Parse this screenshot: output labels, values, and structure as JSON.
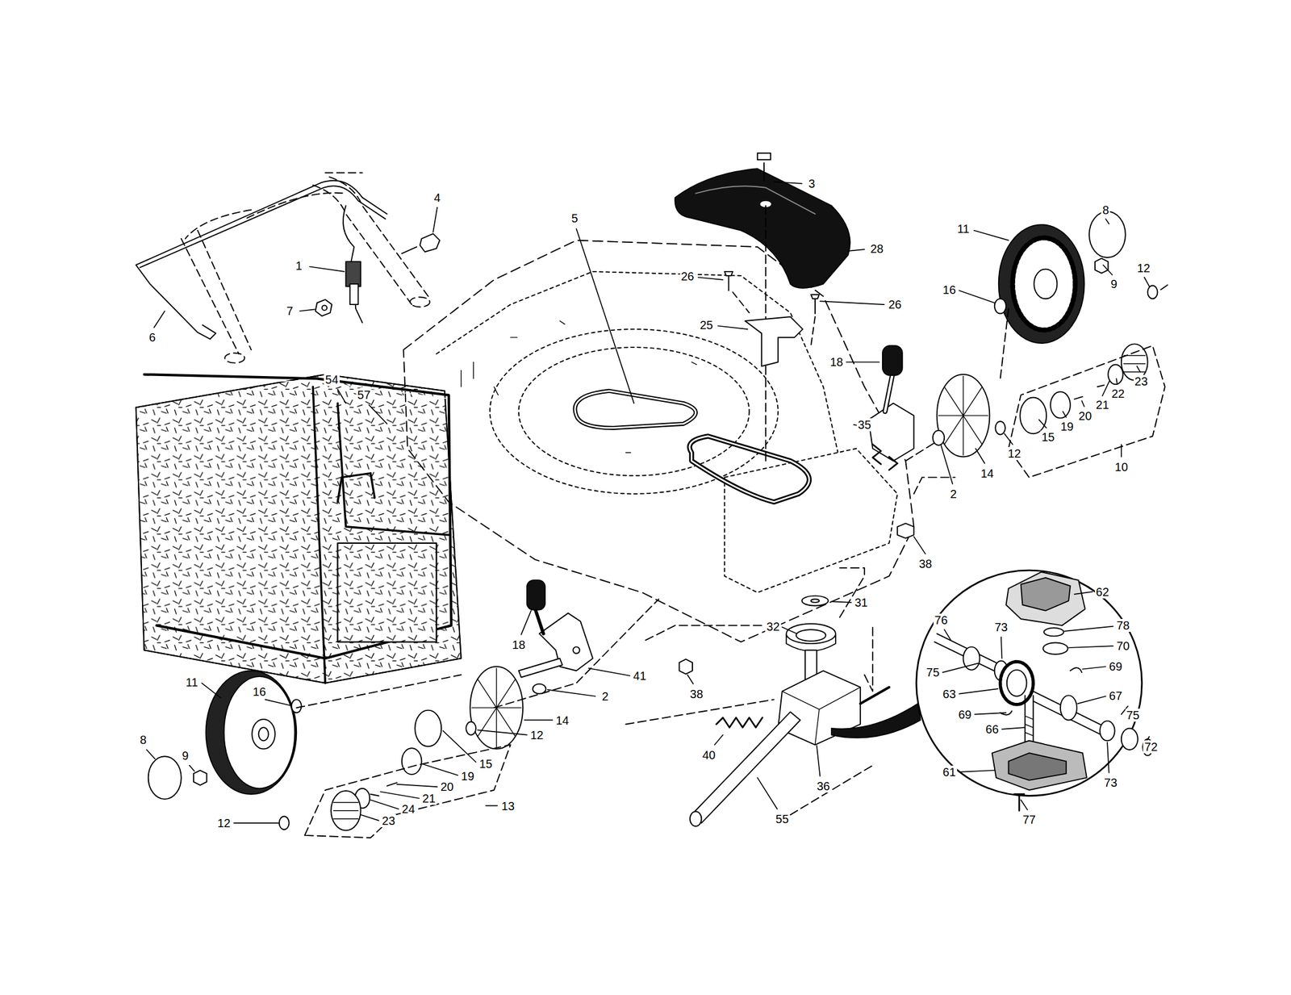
{
  "diagram": {
    "labels": [
      "4",
      "1",
      "7",
      "6",
      "5",
      "3",
      "28",
      "26",
      "26",
      "25",
      "11",
      "8",
      "9",
      "12",
      "16",
      "18",
      "35",
      "14",
      "2",
      "12",
      "15",
      "19",
      "20",
      "21",
      "22",
      "23",
      "10",
      "54",
      "57",
      "38",
      "31",
      "62",
      "76",
      "73",
      "78",
      "70",
      "32",
      "18",
      "69",
      "75",
      "41",
      "11",
      "16",
      "63",
      "38",
      "2",
      "67",
      "69",
      "75",
      "14",
      "66",
      "12",
      "8",
      "72",
      "40",
      "9",
      "15",
      "61",
      "19",
      "73",
      "36",
      "20",
      "21",
      "13",
      "24",
      "55",
      "77",
      "23",
      "12"
    ]
  }
}
